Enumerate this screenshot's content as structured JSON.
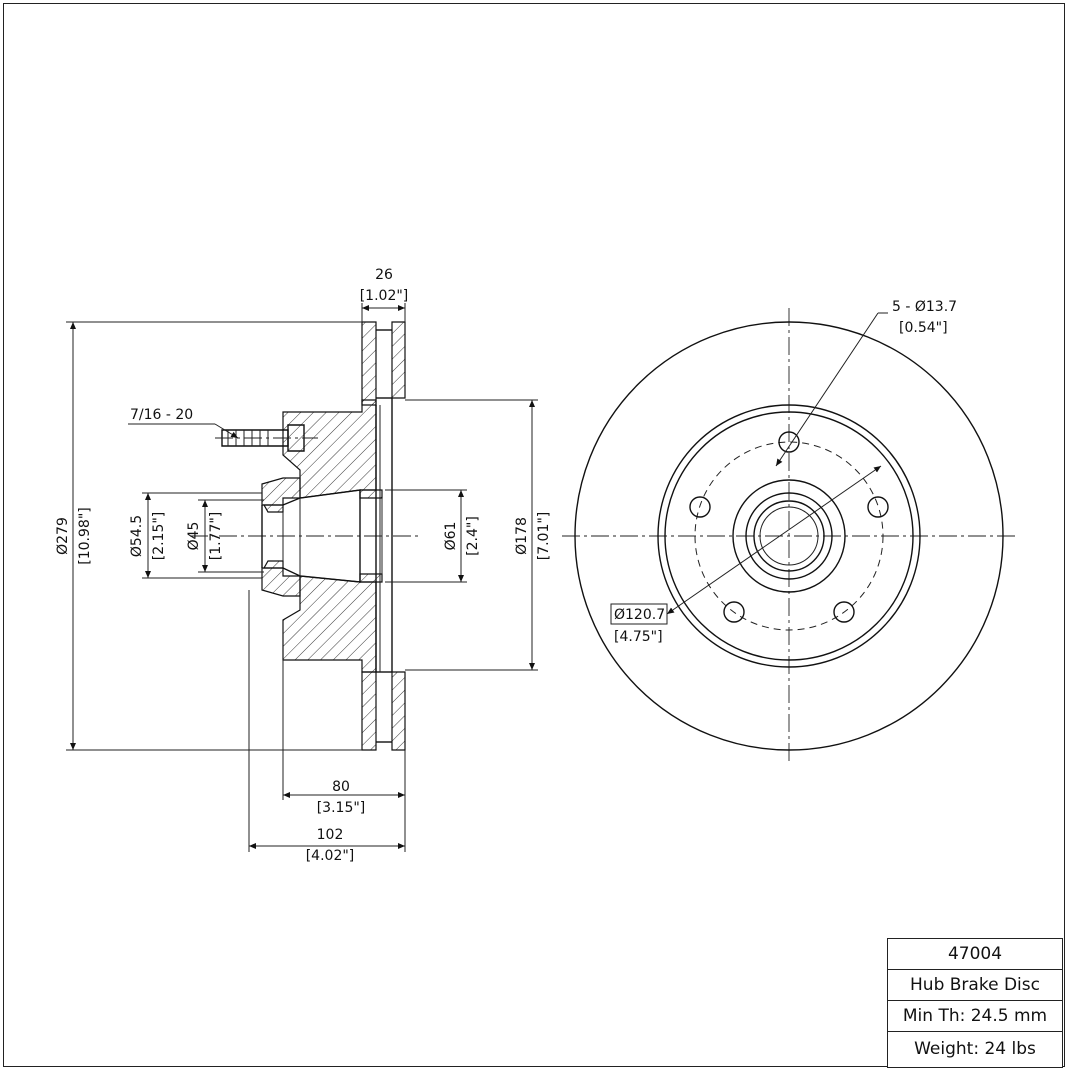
{
  "dimensions": {
    "flange_thickness": {
      "mm": "26",
      "in": "[1.02\"]"
    },
    "overall_diameter": {
      "mm": "Ø279",
      "in": "[10.98\"]"
    },
    "stud_thread": "7/16 - 20",
    "bore_outer": {
      "mm": "Ø54.5",
      "in": "[2.15\"]"
    },
    "bore_inner": {
      "mm": "Ø45",
      "in": "[1.77\"]"
    },
    "bearing_seat": {
      "mm": "Ø61",
      "in": "[2.4\"]"
    },
    "hat_diameter": {
      "mm": "Ø178",
      "in": "[7.01\"]"
    },
    "hub_depth": {
      "mm": "80",
      "in": "[3.15\"]"
    },
    "overall_height": {
      "mm": "102",
      "in": "[4.02\"]"
    },
    "bolt_holes": {
      "mm": "5 - Ø13.7",
      "in": "[0.54\"]"
    },
    "bolt_circle": {
      "mm": "Ø120.7",
      "in": "[4.75\"]"
    }
  },
  "title_block": {
    "part_number": "47004",
    "description": "Hub Brake Disc",
    "min_thickness": "Min Th: 24.5 mm",
    "weight": "Weight: 24 lbs"
  }
}
